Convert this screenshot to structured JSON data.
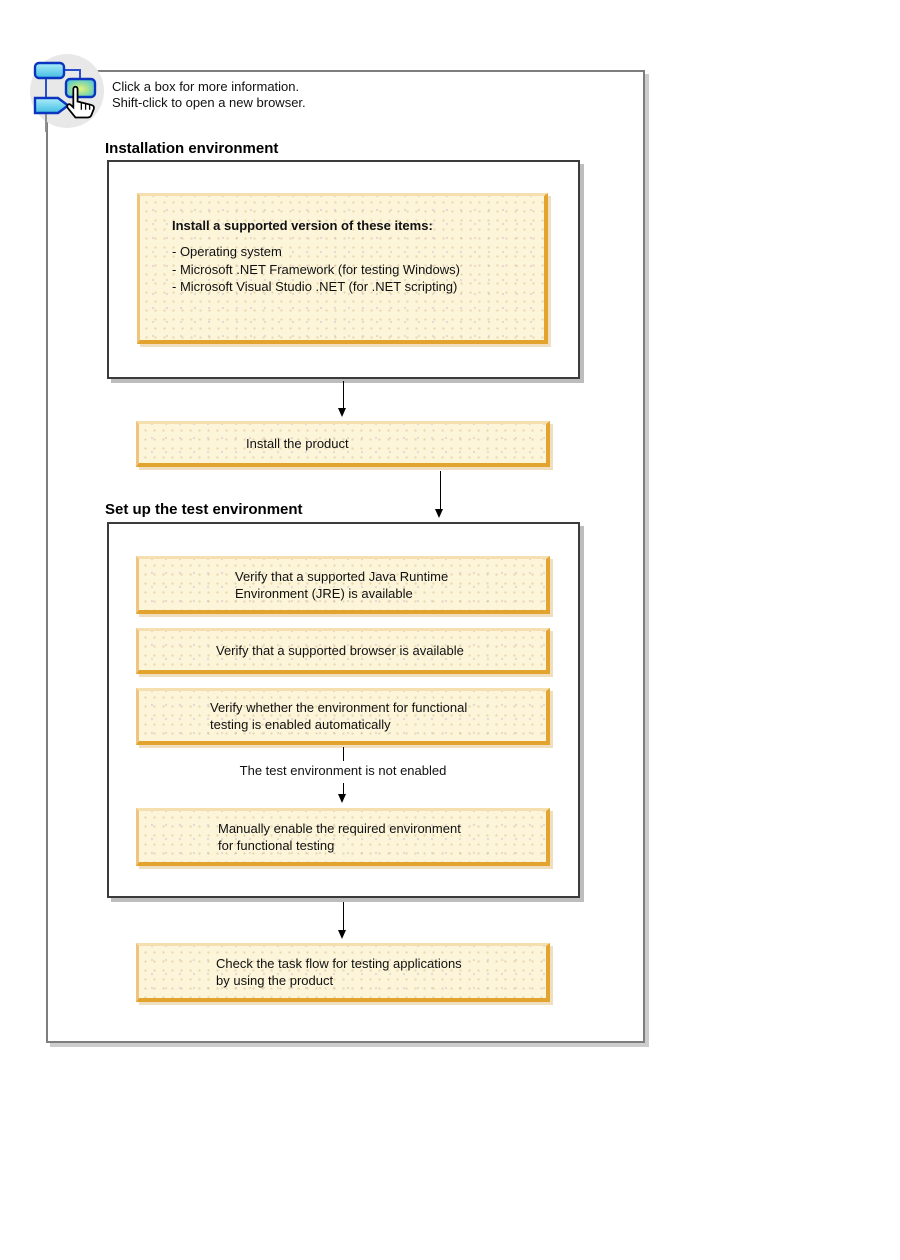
{
  "header": {
    "icon": "flowchart-click-icon",
    "line1": "Click a box for more information.",
    "line2": "Shift-click to open a new browser."
  },
  "installation": {
    "heading": "Installation environment",
    "prereq_box": {
      "title": "Install a supported version of these items:",
      "items": [
        "- Operating system",
        "- Microsoft .NET Framework (for testing Windows)",
        "- Microsoft Visual Studio .NET (for .NET scripting)"
      ]
    },
    "install_box": "Install the product"
  },
  "setup": {
    "heading": "Set up the test environment",
    "jre_box": "Verify that a supported Java Runtime\nEnvironment (JRE) is available",
    "browser_box": "Verify that a supported browser is available",
    "verify_box": "Verify whether the environment for functional\ntesting is enabled automatically",
    "not_enabled_label": "The test environment is not enabled",
    "manual_box": "Manually enable the required environment\nfor functional testing"
  },
  "final": {
    "check_box": "Check the task flow for testing applications\nby using the product"
  },
  "colors": {
    "flowbox_fill": "#fcf5da",
    "flowbox_border_dark": "#e2a42f",
    "flowbox_border_light": "#f6dfae",
    "frame_border": "#7e7e7e",
    "container_border": "#3b3b3b",
    "icon_fill_cyan": "#55c8e8",
    "icon_glow_green": "#dff07e",
    "icon_stroke_blue": "#0a35c0",
    "arrow_color": "#000000"
  }
}
